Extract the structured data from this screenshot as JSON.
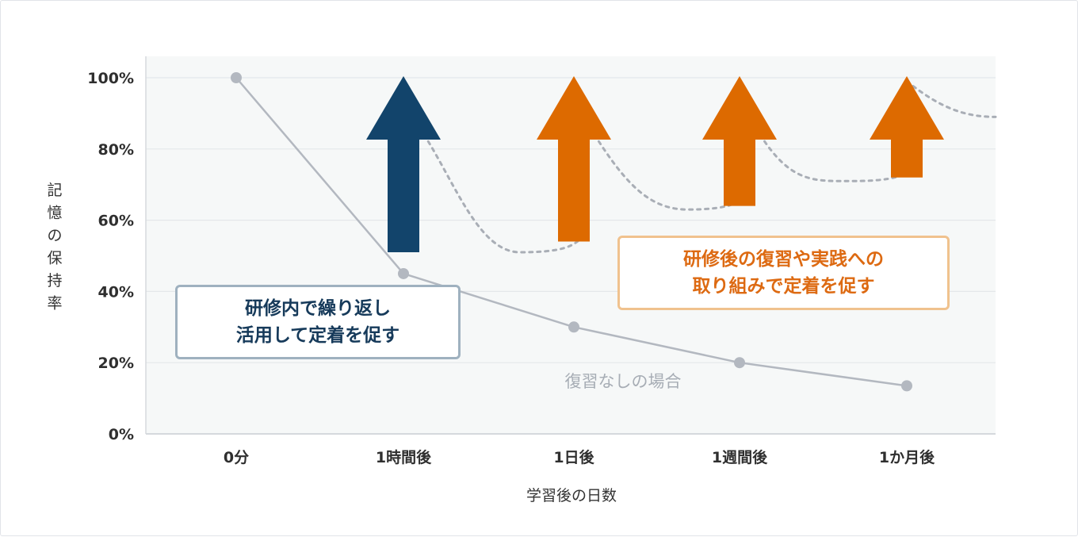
{
  "chart_data": {
    "type": "line",
    "ylabel": "記憶の保持率",
    "xlabel": "学習後の日数",
    "ylim": [
      0,
      100
    ],
    "yticks": [
      "0%",
      "20%",
      "40%",
      "60%",
      "80%",
      "100%"
    ],
    "categories": [
      "0分",
      "1時間後",
      "1日後",
      "1週間後",
      "1か月後"
    ],
    "series": [
      {
        "name": "復習なしの場合",
        "values": [
          100,
          45,
          30,
          20,
          13.5
        ],
        "color": "#b3b8c0"
      }
    ],
    "review_arrows": [
      {
        "category": "1時間後",
        "from": 51,
        "to": 100,
        "color": "#12446b"
      },
      {
        "category": "1日後",
        "from": 54,
        "to": 100,
        "color": "#dd6a00"
      },
      {
        "category": "1週間後",
        "from": 64,
        "to": 100,
        "color": "#dd6a00"
      },
      {
        "category": "1か月後",
        "from": 72,
        "to": 100,
        "color": "#dd6a00"
      }
    ],
    "retention_curves": [
      {
        "start": "1時間後",
        "end": "1日後",
        "low": 51,
        "color": "#a9aeb6"
      },
      {
        "start": "1日後",
        "end": "1週間後",
        "low": 63,
        "color": "#a9aeb6"
      },
      {
        "start": "1週間後",
        "end": "1か月後",
        "low": 71,
        "color": "#a9aeb6"
      },
      {
        "start": "1か月後",
        "end": "right-edge",
        "low": 89,
        "color": "#a9aeb6"
      }
    ],
    "grid": true,
    "legend": "none",
    "annotations": [
      {
        "id": "left-callout",
        "lines": [
          "研修内で繰り返し",
          "活用して定着を促す"
        ],
        "color": "#163a5a",
        "border": "#9fb1bf"
      },
      {
        "id": "right-callout",
        "lines": [
          "研修後の復習や実践への",
          "取り組みで定着を促す"
        ],
        "color": "#dd6a12",
        "border": "#f0c28e"
      }
    ],
    "colors": {
      "plot_background": "#f6f8f8",
      "grid": "#e4e7ea",
      "axis": "#d5d9dd"
    }
  }
}
